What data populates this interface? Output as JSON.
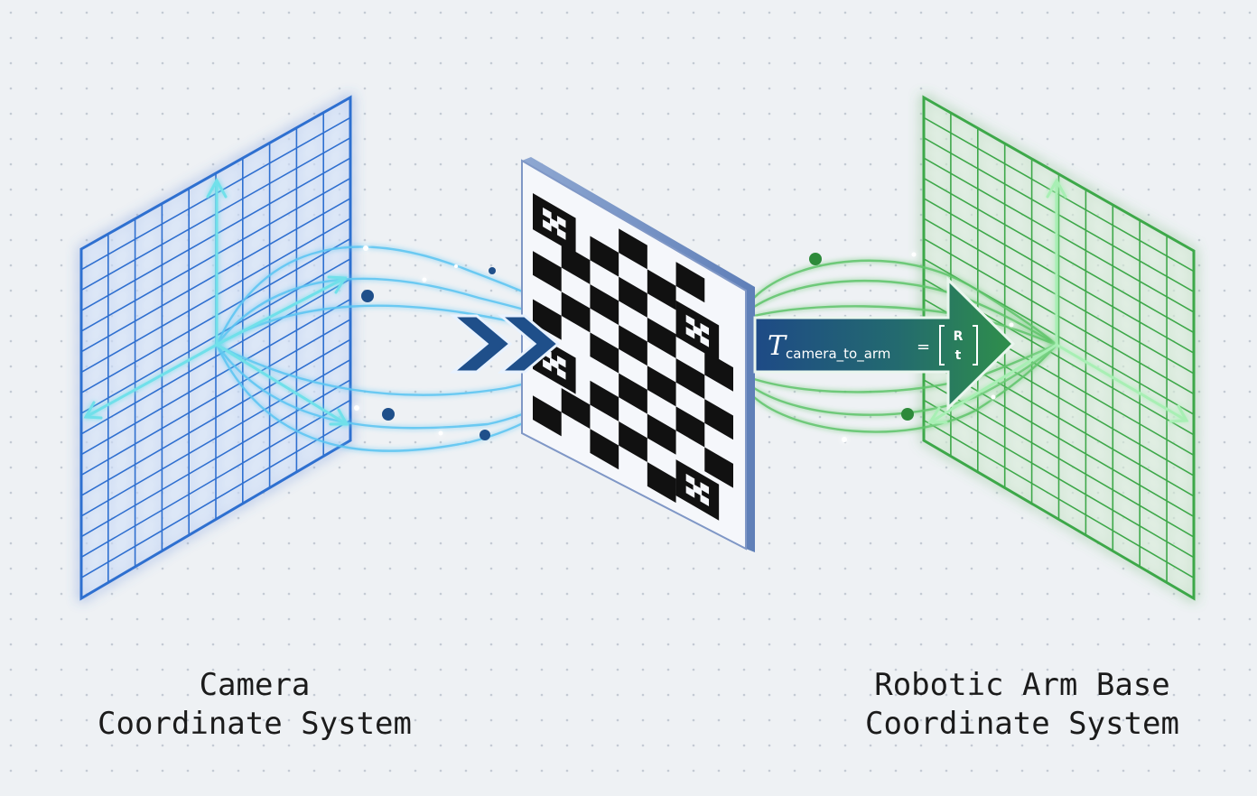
{
  "left_frame": {
    "caption_line1": "Camera",
    "caption_line2": "Coordinate System",
    "color": "#2e6fd0"
  },
  "right_frame": {
    "caption_line1": "Robotic Arm Base",
    "caption_line2": "Coordinate System",
    "color": "#3ea84a"
  },
  "transform": {
    "symbol": "T",
    "subscript": "camera_to_arm",
    "equals": "=",
    "matrix_top": "R",
    "matrix_bottom": "t"
  },
  "colors": {
    "background": "#eef1f4",
    "camera_blue": "#2e6fd0",
    "glow_blue": "#5bc4f2",
    "arm_green": "#3ea84a",
    "arrow_dark": "#1f4f8a"
  },
  "icons": {
    "chevrons": "double-chevron-right-icon",
    "transform_arrow": "arrow-right-icon",
    "board": "checkerboard-target-icon"
  }
}
